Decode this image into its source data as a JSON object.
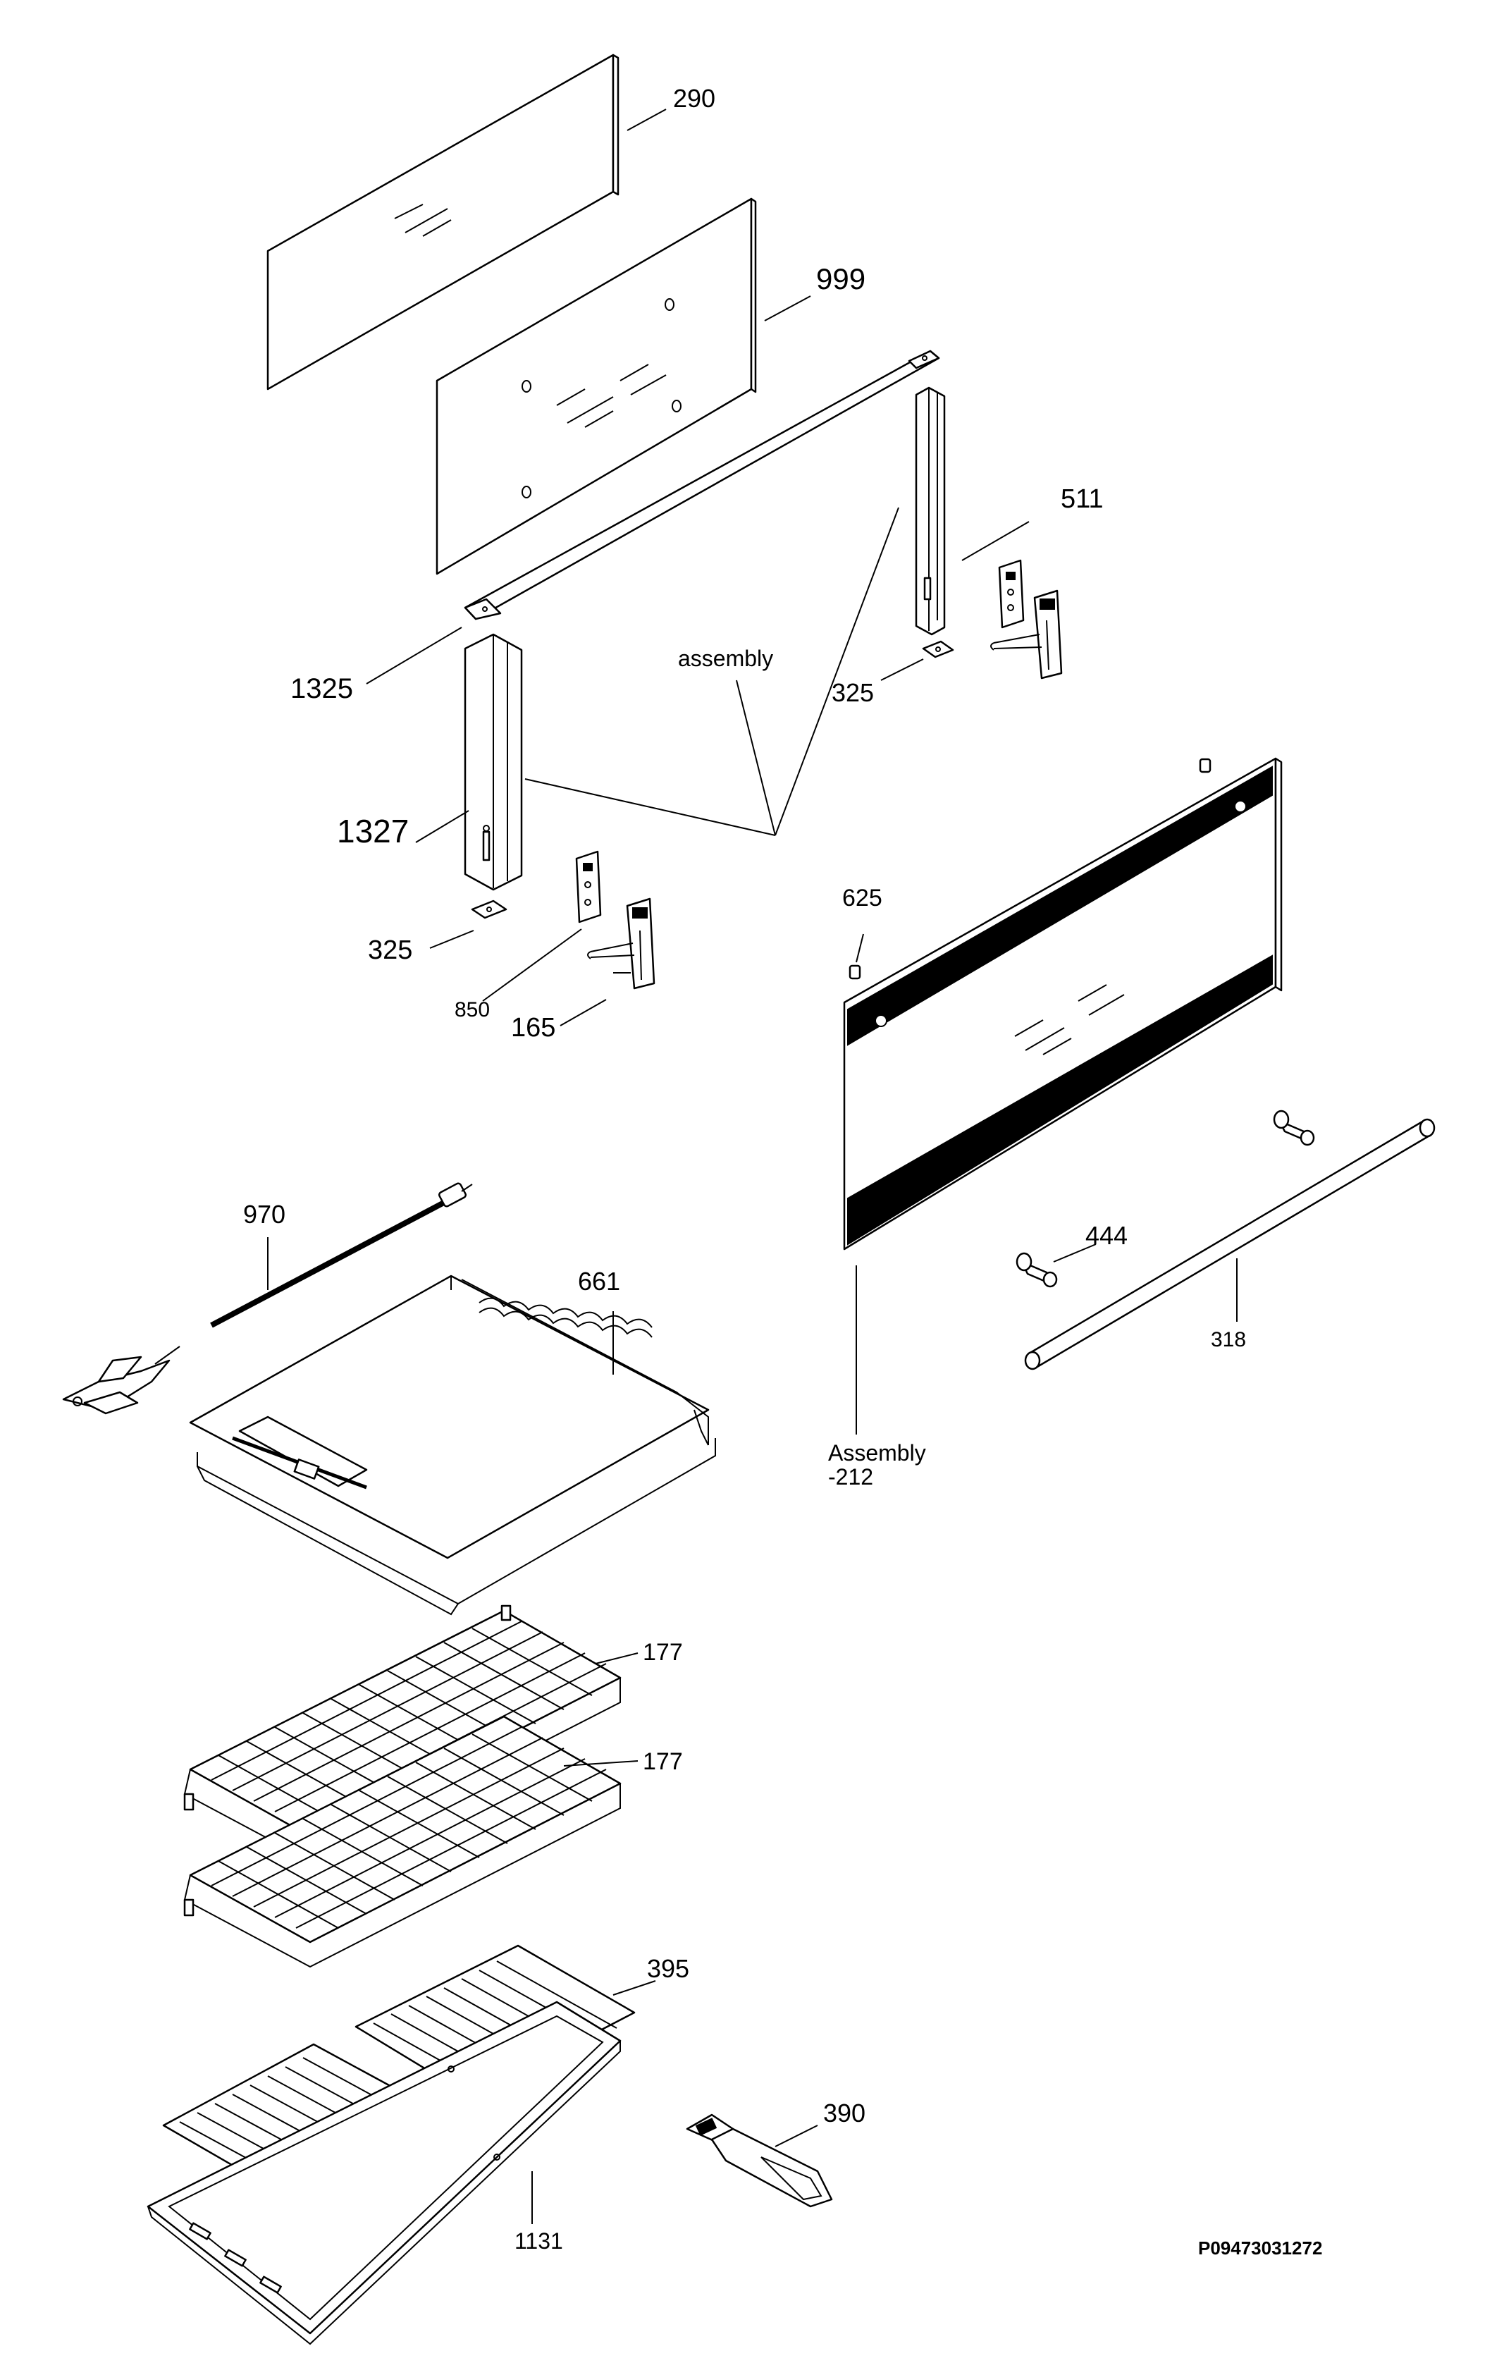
{
  "diagram": {
    "code": "P09473031272",
    "labels": {
      "p290": "290",
      "p999": "999",
      "p511": "511",
      "p1325": "1325",
      "assembly": "assembly",
      "p325a": "325",
      "p1327": "1327",
      "p325b": "325",
      "p850": "850",
      "p165": "165",
      "p625": "625",
      "p970": "970",
      "p661": "661",
      "p444": "444",
      "p318": "318",
      "assembly212_line1": "Assembly",
      "assembly212_line2": "-212",
      "p177a": "177",
      "p177b": "177",
      "p395": "395",
      "p390": "390",
      "p1131": "1131"
    }
  }
}
